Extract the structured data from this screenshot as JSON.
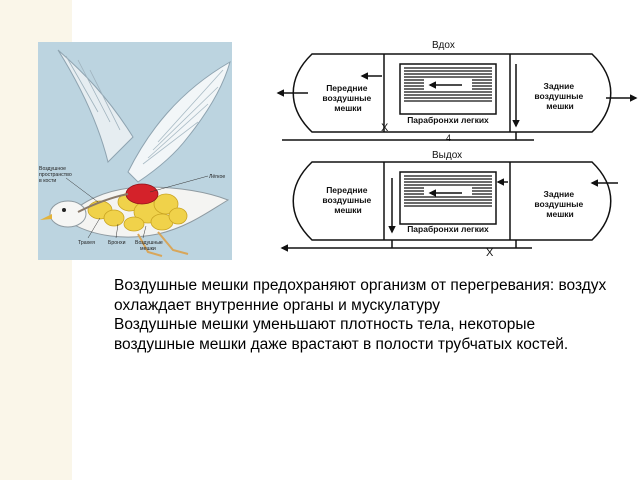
{
  "colors": {
    "background": "#ffffff",
    "left_stripe": "#faf6e9",
    "bird_panel_bg": "#bcd4e0",
    "air_sacs": "#f0d24a",
    "lung": "#d4222a",
    "diagram_ink": "#111111"
  },
  "bird_figure": {
    "labels": {
      "bone_space": "Воздушное пространство в кости",
      "lung": "Лёгкое",
      "trachea": "Трахея",
      "bronchi": "Бронхи",
      "air_sacs": "Воздушные мешки"
    }
  },
  "breathing_diagram": {
    "inhale": {
      "title": "Вдох",
      "front_sacs": "Передние воздушные мешки",
      "parabronchi": "Парабронхи легких",
      "rear_sacs": "Задние воздушные мешки",
      "valve_mark": "X",
      "number_mark": "4"
    },
    "exhale": {
      "title": "Выдох",
      "front_sacs": "Передние воздушные мешки",
      "parabronchi": "Парабронхи легких",
      "rear_sacs": "Задние воздушные мешки",
      "valve_mark": "X"
    }
  },
  "caption": {
    "paragraph1": "Воздушные  мешки предохраняют организм от перегревания: воздух охлаждает внутренние органы и мускулатуру",
    "paragraph2": "Воздушные мешки уменьшают плотность тела, некоторые воздушные мешки даже врастают в полости трубчатых костей."
  }
}
